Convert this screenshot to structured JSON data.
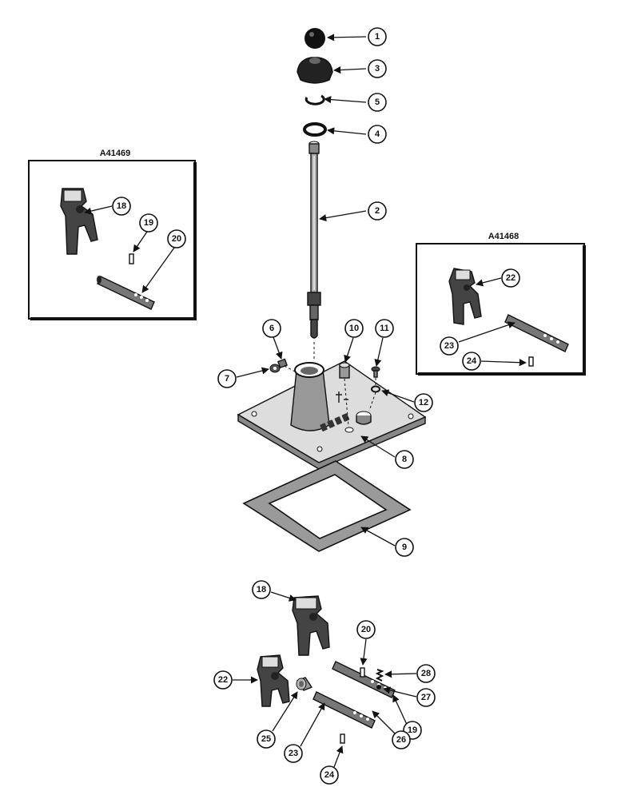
{
  "insets": [
    {
      "title": "A41469"
    },
    {
      "title": "A41468"
    }
  ],
  "callouts": [
    "1",
    "3",
    "5",
    "4",
    "2",
    "18",
    "19",
    "20",
    "22",
    "23",
    "24",
    "6",
    "10",
    "11",
    "7",
    "12",
    "8",
    "9",
    "18",
    "20",
    "28",
    "22",
    "27",
    "25",
    "19",
    "26",
    "23",
    "24"
  ],
  "colors": {
    "ink": "#111111",
    "paper": "#ffffff",
    "gasket": "#9a9a9a",
    "shade": "#555555"
  }
}
